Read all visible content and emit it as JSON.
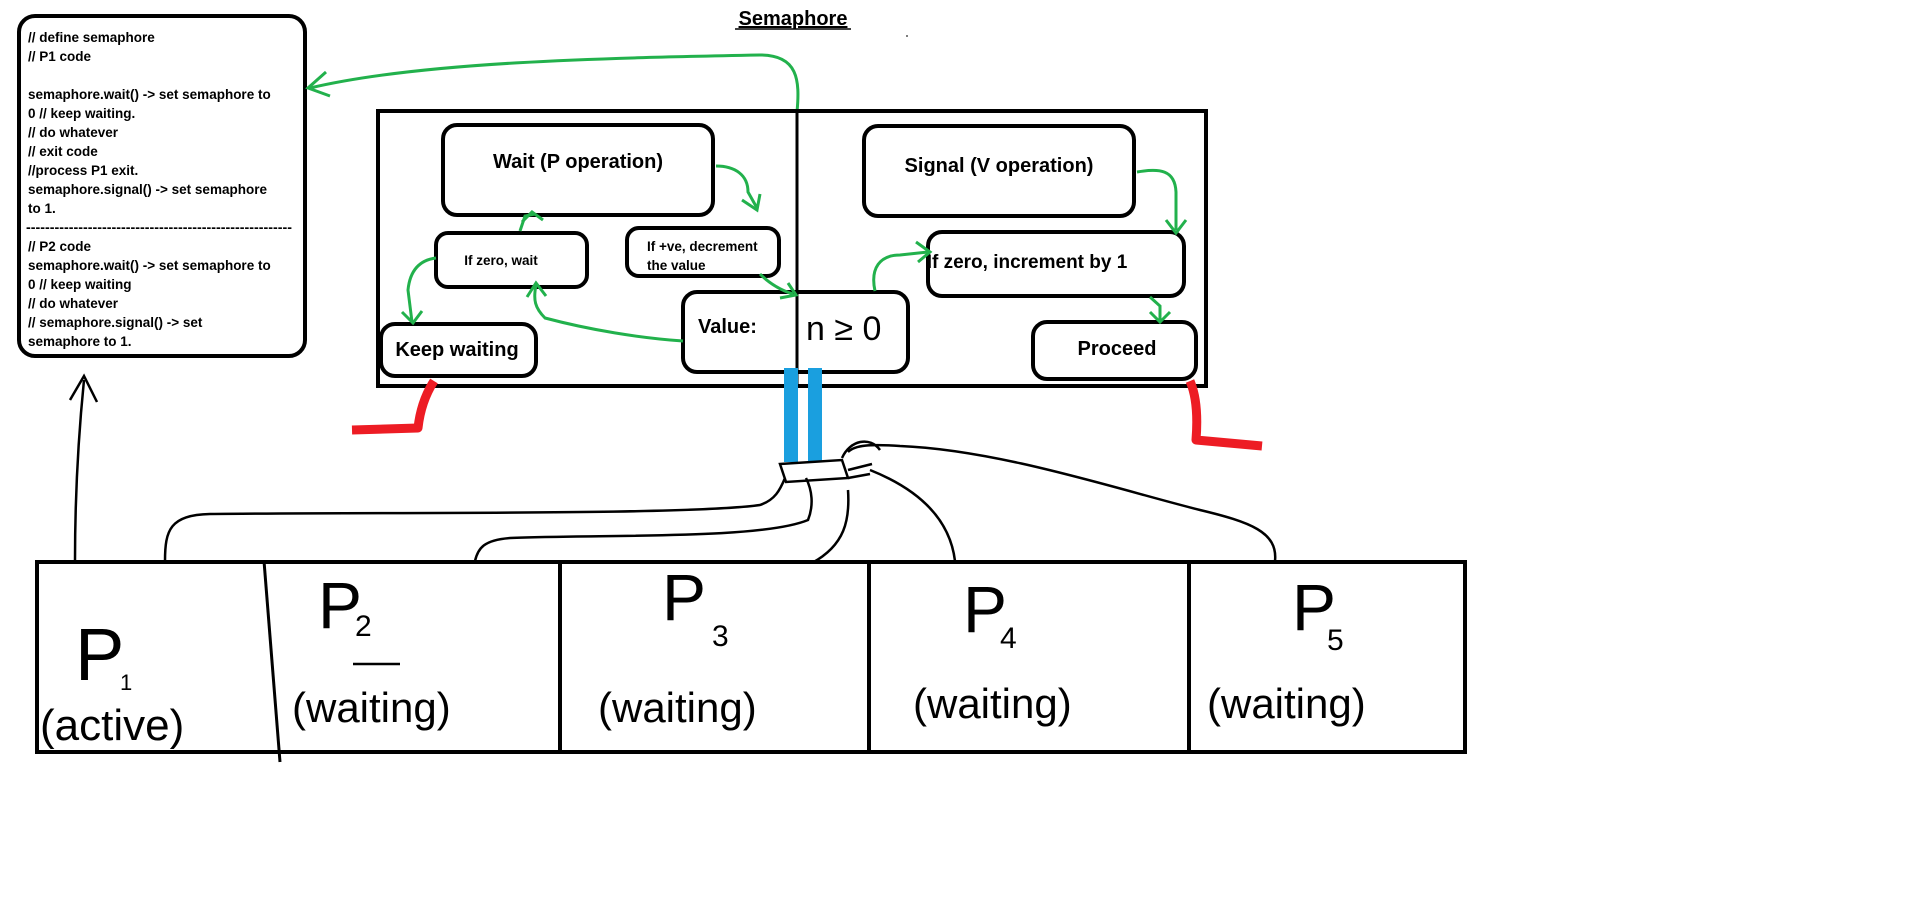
{
  "title": "Semaphore",
  "code_box": {
    "p1_lines": [
      "// define semaphore",
      "// P1 code",
      "",
      "semaphore.wait() -> set semaphore to",
      "0 // keep waiting.",
      "// do whatever",
      "// exit code",
      "//process P1 exit.",
      "semaphore.signal() -> set semaphore",
      "to 1."
    ],
    "divider": "--------------------------------------------------------",
    "p2_lines": [
      "// P2 code",
      "semaphore.wait() -> set semaphore to",
      "0 // keep waiting",
      "// do whatever",
      "// semaphore.signal() -> set",
      "semaphore to 1."
    ]
  },
  "wait_panel": {
    "wait_title": "Wait (P operation)",
    "if_zero": "If zero, wait",
    "if_positive_line1": "If +ve, decrement",
    "if_positive_line2": "the value",
    "keep_waiting": "Keep waiting",
    "value_label": "Value:"
  },
  "signal_panel": {
    "signal_title": "Signal (V operation)",
    "if_zero_increment": "If zero, increment by 1",
    "proceed": "Proceed",
    "value_expr": "n ≥ 0"
  },
  "processes": [
    {
      "name": "P",
      "sub": "1",
      "status": "(active)"
    },
    {
      "name": "P",
      "sub": "2",
      "status": "(waiting)"
    },
    {
      "name": "P",
      "sub": "3",
      "status": "(waiting)"
    },
    {
      "name": "P",
      "sub": "4",
      "status": "(waiting)"
    },
    {
      "name": "P",
      "sub": "5",
      "status": "(waiting)"
    }
  ],
  "colors": {
    "arrow_green": "#22b14c",
    "connector_blue": "#1a9fdf",
    "marker_red": "#ed1c24"
  }
}
